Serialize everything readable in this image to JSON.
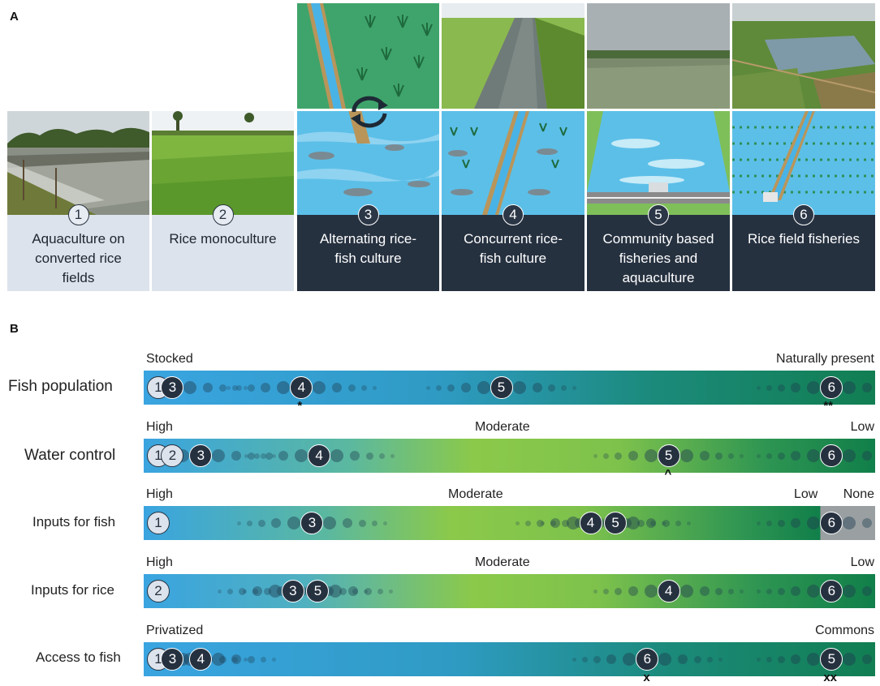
{
  "panel_a": {
    "letter": "A",
    "cards": [
      {
        "num": "1",
        "label": "Aquaculture on converted rice fields"
      },
      {
        "num": "2",
        "label": "Rice monoculture"
      },
      {
        "num": "3",
        "label": "Alternating rice-fish culture"
      },
      {
        "num": "4",
        "label": "Concurrent rice-fish culture"
      },
      {
        "num": "5",
        "label": "Community based fisheries and aquaculture"
      },
      {
        "num": "6",
        "label": "Rice field fisheries"
      }
    ]
  },
  "panel_b": {
    "letter": "B",
    "rows": [
      {
        "label": "Fish population",
        "scale": {
          "left": "Stocked",
          "middle": "",
          "right": "Naturally present",
          "extra_right": ""
        },
        "markers": [
          {
            "num": "1",
            "pos": 0.0,
            "style": "light"
          },
          {
            "num": "3",
            "pos": 0.02,
            "style": "dark"
          },
          {
            "num": "4",
            "pos": 0.202,
            "style": "dark",
            "note": "*"
          },
          {
            "num": "5",
            "pos": 0.484,
            "style": "dark"
          },
          {
            "num": "6",
            "pos": 0.95,
            "style": "dark",
            "note": "**"
          }
        ]
      },
      {
        "label": "Water control",
        "scale": {
          "left": "High",
          "middle": "Moderate",
          "right": "Low",
          "extra_right": ""
        },
        "markers": [
          {
            "num": "1",
            "pos": 0.0,
            "style": "light"
          },
          {
            "num": "2",
            "pos": 0.02,
            "style": "light"
          },
          {
            "num": "3",
            "pos": 0.06,
            "style": "dark"
          },
          {
            "num": "4",
            "pos": 0.227,
            "style": "dark"
          },
          {
            "num": "5",
            "pos": 0.72,
            "style": "dark",
            "note": "^"
          },
          {
            "num": "6",
            "pos": 0.95,
            "style": "dark"
          }
        ]
      },
      {
        "label": "Inputs for fish",
        "scale": {
          "left": "High",
          "middle": "Moderate",
          "right": "Low",
          "extra_right": "None"
        },
        "markers": [
          {
            "num": "1",
            "pos": 0.0,
            "style": "light"
          },
          {
            "num": "3",
            "pos": 0.217,
            "style": "dark"
          },
          {
            "num": "4",
            "pos": 0.61,
            "style": "dark"
          },
          {
            "num": "5",
            "pos": 0.645,
            "style": "dark"
          },
          {
            "num": "6",
            "pos": 0.95,
            "style": "dark"
          }
        ]
      },
      {
        "label": "Inputs for rice",
        "scale": {
          "left": "High",
          "middle": "Moderate",
          "right": "Low",
          "extra_right": ""
        },
        "markers": [
          {
            "num": "2",
            "pos": 0.0,
            "style": "light"
          },
          {
            "num": "3",
            "pos": 0.19,
            "style": "dark"
          },
          {
            "num": "5",
            "pos": 0.225,
            "style": "dark"
          },
          {
            "num": "4",
            "pos": 0.72,
            "style": "dark"
          },
          {
            "num": "6",
            "pos": 0.95,
            "style": "dark"
          }
        ]
      },
      {
        "label": "Access to fish",
        "scale": {
          "left": "Privatized",
          "middle": "",
          "right": "Commons",
          "extra_right": ""
        },
        "markers": [
          {
            "num": "1",
            "pos": 0.0,
            "style": "light"
          },
          {
            "num": "3",
            "pos": 0.02,
            "style": "dark"
          },
          {
            "num": "4",
            "pos": 0.06,
            "style": "dark"
          },
          {
            "num": "6",
            "pos": 0.69,
            "style": "dark",
            "note": "x"
          },
          {
            "num": "5",
            "pos": 0.95,
            "style": "dark",
            "note": "xx"
          }
        ]
      }
    ]
  },
  "colors": {
    "dark_card": "#263140",
    "light_card": "#dce3ec",
    "bar_blue": "#3aa4e0",
    "bar_green": "#8bc94a",
    "bar_dark_green": "#117f4a",
    "bar_none_gray": "#9aa0a2"
  }
}
